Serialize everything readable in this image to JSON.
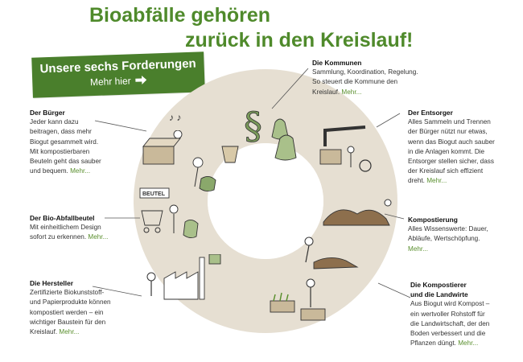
{
  "title": {
    "line1": "Bioabfälle gehören",
    "line2": "zurück in den Kreislauf!"
  },
  "cta": {
    "title": "Unsere sechs Forderungen",
    "subtitle": "Mehr hier",
    "arrow_icon": "arrow-right-icon"
  },
  "colors": {
    "brand_green": "#4f8a2b",
    "button_green": "#4a7f2c",
    "ring": "#e6dfd2",
    "link": "#5a8f2e"
  },
  "sections": {
    "kommunen": {
      "heading": "Die Kommunen",
      "lines": [
        "Sammlung, Koordination, Regelung.",
        "So steuert die Kommune den",
        "Kreislauf."
      ],
      "more": "Mehr..."
    },
    "buerger": {
      "heading": "Der Bürger",
      "lines": [
        "Jeder kann dazu",
        "beitragen, dass mehr",
        "Biogut gesammelt wird.",
        "Mit kompostierbaren",
        "Beuteln geht das sauber",
        "und bequem."
      ],
      "more": "Mehr..."
    },
    "entsorger": {
      "heading": "Der Entsorger",
      "lines": [
        "Alles Sammeln und Trennen",
        "der Bürger nützt nur etwas,",
        "wenn das Biogut auch sauber",
        "in die Anlagen kommt. Die",
        "Entsorger stellen sicher, dass",
        "der Kreislauf sich effizient",
        "dreht."
      ],
      "more": "Mehr..."
    },
    "biobeutel": {
      "heading": "Der Bio-Abfallbeutel",
      "lines": [
        "Mit einheitlichem Design",
        "sofort zu erkennen."
      ],
      "more": "Mehr..."
    },
    "kompostierung": {
      "heading": "Kompostierung",
      "lines": [
        "Alles Wissenswerte: Dauer,",
        "Abläufe, Wertschöpfung."
      ],
      "more": "Mehr..."
    },
    "hersteller": {
      "heading": "Die Hersteller",
      "lines": [
        "Zertifizierte Biokunststoff-",
        "und Papierprodukte können",
        "kompostiert werden – ein",
        "wichtiger Baustein für den",
        "Kreislauf."
      ],
      "more": "Mehr..."
    },
    "landwirte": {
      "heading_line1": "Die Kompostierer",
      "heading_line2": "und die Landwirte",
      "lines": [
        "Aus Biogut wird Kompost –",
        "ein wertvoller Rohstoff für",
        "die Landwirtschaft, der den",
        "Boden verbessert und die",
        "Pflanzen düngt."
      ],
      "more": "Mehr..."
    }
  },
  "illustration_labels": {
    "sign": "BEUTEL"
  },
  "icons": [
    "paragraph-icon",
    "recycling-bag-icon",
    "music-note-icon",
    "compost-bin-icon",
    "garbage-truck-icon",
    "compost-heap-icon",
    "factory-icon",
    "farmer-icon",
    "shopping-cart-icon",
    "plant-crate-icon"
  ]
}
